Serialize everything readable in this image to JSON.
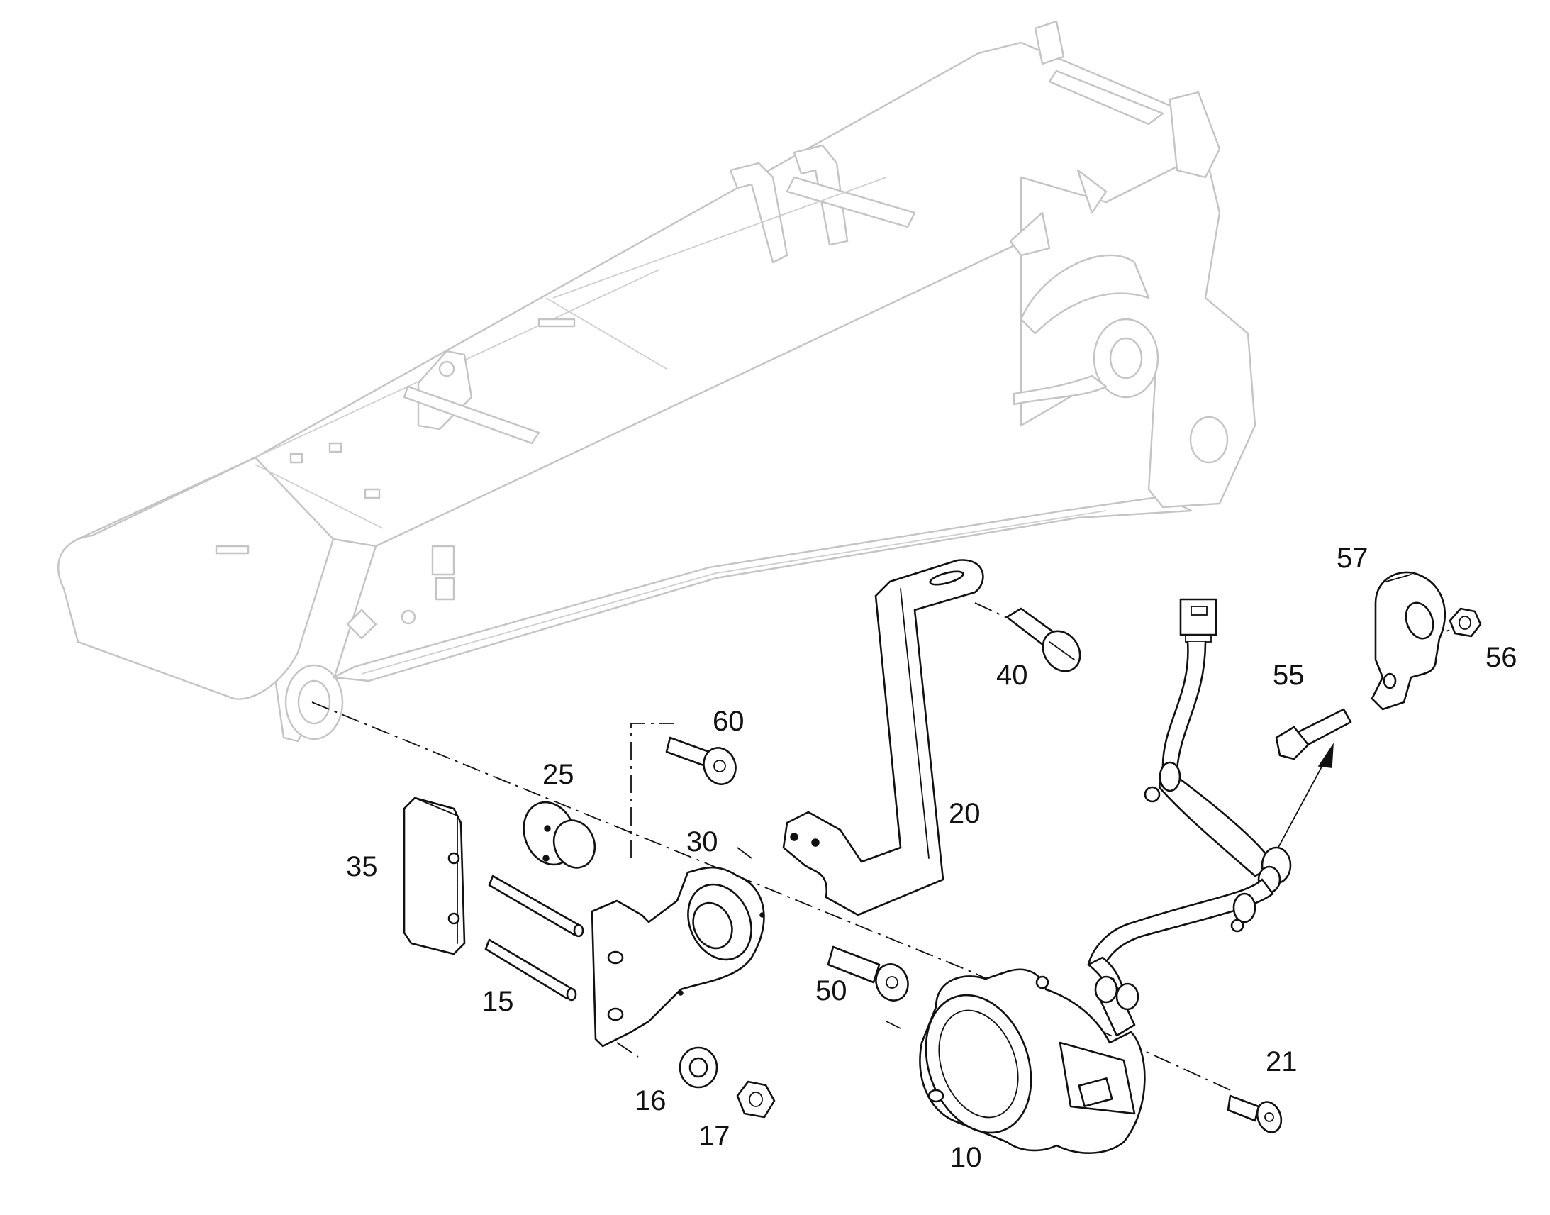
{
  "callouts": [
    {
      "id": "c57",
      "label": "57"
    },
    {
      "id": "c56",
      "label": "56"
    },
    {
      "id": "c55",
      "label": "55"
    },
    {
      "id": "c40",
      "label": "40"
    },
    {
      "id": "c60",
      "label": "60"
    },
    {
      "id": "c25",
      "label": "25"
    },
    {
      "id": "c30",
      "label": "30"
    },
    {
      "id": "c20",
      "label": "20"
    },
    {
      "id": "c35",
      "label": "35"
    },
    {
      "id": "c15",
      "label": "15"
    },
    {
      "id": "c50",
      "label": "50"
    },
    {
      "id": "c16",
      "label": "16"
    },
    {
      "id": "c17",
      "label": "17"
    },
    {
      "id": "c10",
      "label": "10"
    },
    {
      "id": "c21",
      "label": "21"
    }
  ],
  "colors": {
    "line": "#111111",
    "boom_outline": "#c4c4c4",
    "background": "#ffffff"
  }
}
